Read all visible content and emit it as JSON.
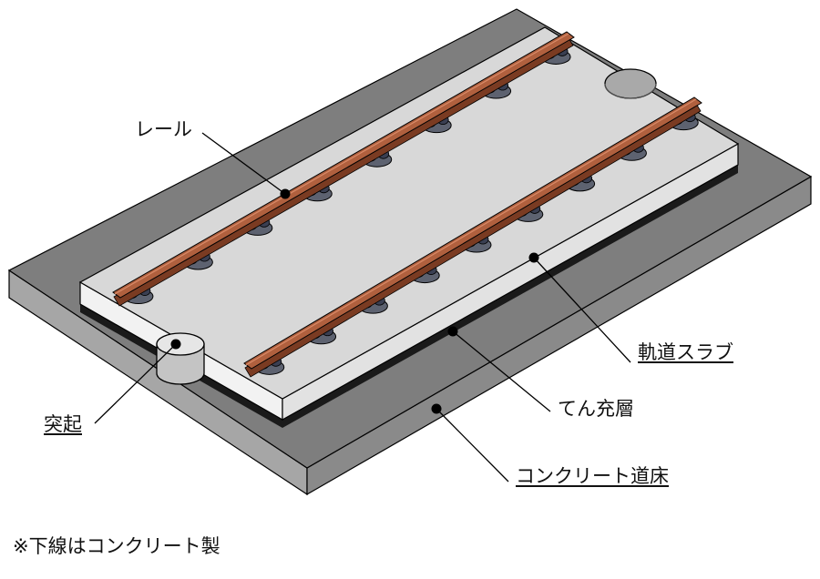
{
  "labels": {
    "rail": "レール",
    "slab": "軌道スラブ",
    "filler": "てん充層",
    "bed": "コンクリート道床",
    "stopper": "突起"
  },
  "footnote": "※下線はコンクリート製",
  "colors": {
    "base_top": "#7e7e7e",
    "base_left": "#a6a6a6",
    "base_right": "#8a8a8a",
    "slab_top": "#d8d8d8",
    "slab_front": "#f2f2f2",
    "slab_side": "#e2e2e2",
    "filler": "#1a1a1a",
    "rail": "#b0603e",
    "rail_dark": "#7a3b22",
    "fastener": "#3a3f52",
    "outline": "#000000"
  }
}
